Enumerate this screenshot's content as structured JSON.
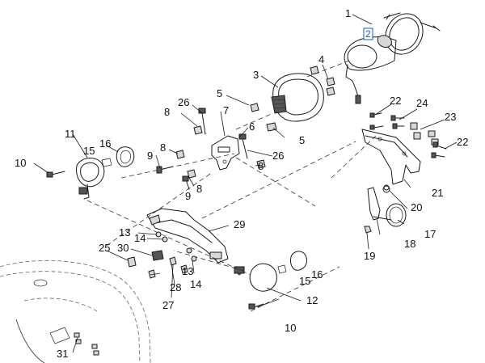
{
  "diagram": {
    "callouts": [
      {
        "id": "c1",
        "label": "1"
      },
      {
        "id": "c2",
        "label": "2",
        "highlighted": true
      },
      {
        "id": "c3",
        "label": "3"
      },
      {
        "id": "c4",
        "label": "4"
      },
      {
        "id": "c5a",
        "label": "5"
      },
      {
        "id": "c5b",
        "label": "5"
      },
      {
        "id": "c6",
        "label": "6"
      },
      {
        "id": "c7",
        "label": "7"
      },
      {
        "id": "c8a",
        "label": "8"
      },
      {
        "id": "c8b",
        "label": "8"
      },
      {
        "id": "c8c",
        "label": "8"
      },
      {
        "id": "c8d",
        "label": "8"
      },
      {
        "id": "c9a",
        "label": "9"
      },
      {
        "id": "c9b",
        "label": "9"
      },
      {
        "id": "c10a",
        "label": "10"
      },
      {
        "id": "c10b",
        "label": "10"
      },
      {
        "id": "c11",
        "label": "11"
      },
      {
        "id": "c12",
        "label": "12"
      },
      {
        "id": "c13a",
        "label": "13"
      },
      {
        "id": "c13b",
        "label": "13"
      },
      {
        "id": "c14a",
        "label": "14"
      },
      {
        "id": "c14b",
        "label": "14"
      },
      {
        "id": "c15a",
        "label": "15"
      },
      {
        "id": "c15b",
        "label": "15"
      },
      {
        "id": "c16a",
        "label": "16"
      },
      {
        "id": "c16b",
        "label": "16"
      },
      {
        "id": "c17",
        "label": "17"
      },
      {
        "id": "c18",
        "label": "18"
      },
      {
        "id": "c19",
        "label": "19"
      },
      {
        "id": "c20",
        "label": "20"
      },
      {
        "id": "c21",
        "label": "21"
      },
      {
        "id": "c22a",
        "label": "22"
      },
      {
        "id": "c22b",
        "label": "22"
      },
      {
        "id": "c23",
        "label": "23"
      },
      {
        "id": "c24",
        "label": "24"
      },
      {
        "id": "c25",
        "label": "25"
      },
      {
        "id": "c26a",
        "label": "26"
      },
      {
        "id": "c26b",
        "label": "26"
      },
      {
        "id": "c27",
        "label": "27"
      },
      {
        "id": "c28",
        "label": "28"
      },
      {
        "id": "c29",
        "label": "29"
      },
      {
        "id": "c30",
        "label": "30"
      },
      {
        "id": "c31",
        "label": "31"
      }
    ],
    "colors": {
      "line": "#1a1a1a",
      "highlight": "#1e5fa8",
      "background": "#ffffff"
    }
  }
}
